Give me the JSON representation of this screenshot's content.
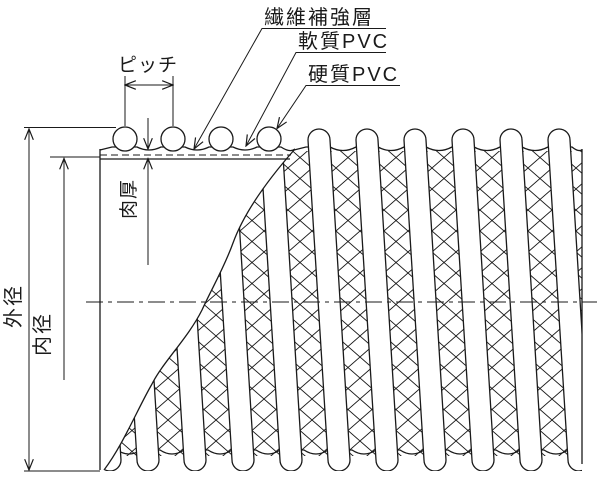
{
  "diagram": {
    "type": "technical-drawing",
    "subject": "fiber-reinforced PVC spiral hose cross-section",
    "labels": {
      "fiber_layer": "繊維補強層",
      "soft_pvc": "軟質PVC",
      "hard_pvc": "硬質PVC",
      "pitch": "ピッチ",
      "wall_thickness": "肉厚",
      "outer_diameter": "外径",
      "inner_diameter": "内径"
    },
    "colors": {
      "line": "#1a1a1a",
      "background": "#ffffff"
    }
  }
}
